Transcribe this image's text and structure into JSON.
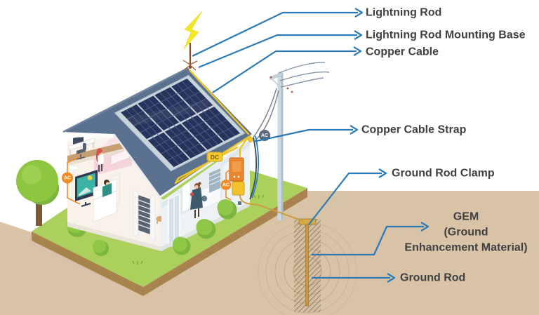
{
  "diagram": {
    "type": "isometric-illustration",
    "subject": "Residential lightning protection and grounding system with rooftop solar panels",
    "labels": {
      "lightning_rod": "Lightning Rod",
      "mounting_base": "Lightning Rod Mounting Base",
      "copper_cable": "Copper Cable",
      "copper_cable_strap": "Copper Cable Strap",
      "ground_rod_clamp": "Ground Rod Clamp",
      "gem1": "GEM",
      "gem2": "(Ground",
      "gem3": "Enhancement Material)",
      "ground_rod": "Ground Rod"
    },
    "badges": {
      "dc": "DC",
      "ac": "AC"
    },
    "colors": {
      "callout_blue": "#2b7ab8",
      "label_text": "#3e4142",
      "roof_slate": "#5b7190",
      "solar_panel_navy": "#26335a",
      "lawn_green": "#abd05c",
      "soil_tan": "#d9c3a7",
      "copper_cable_yellow": "#edc427",
      "inverter_orange": "#e8842c",
      "badge_orange": "#f08a25",
      "lightning_yellow": "#f4e826",
      "ground_rod_gold": "#c9973a",
      "power_wire_gray": "#8494a6"
    }
  }
}
